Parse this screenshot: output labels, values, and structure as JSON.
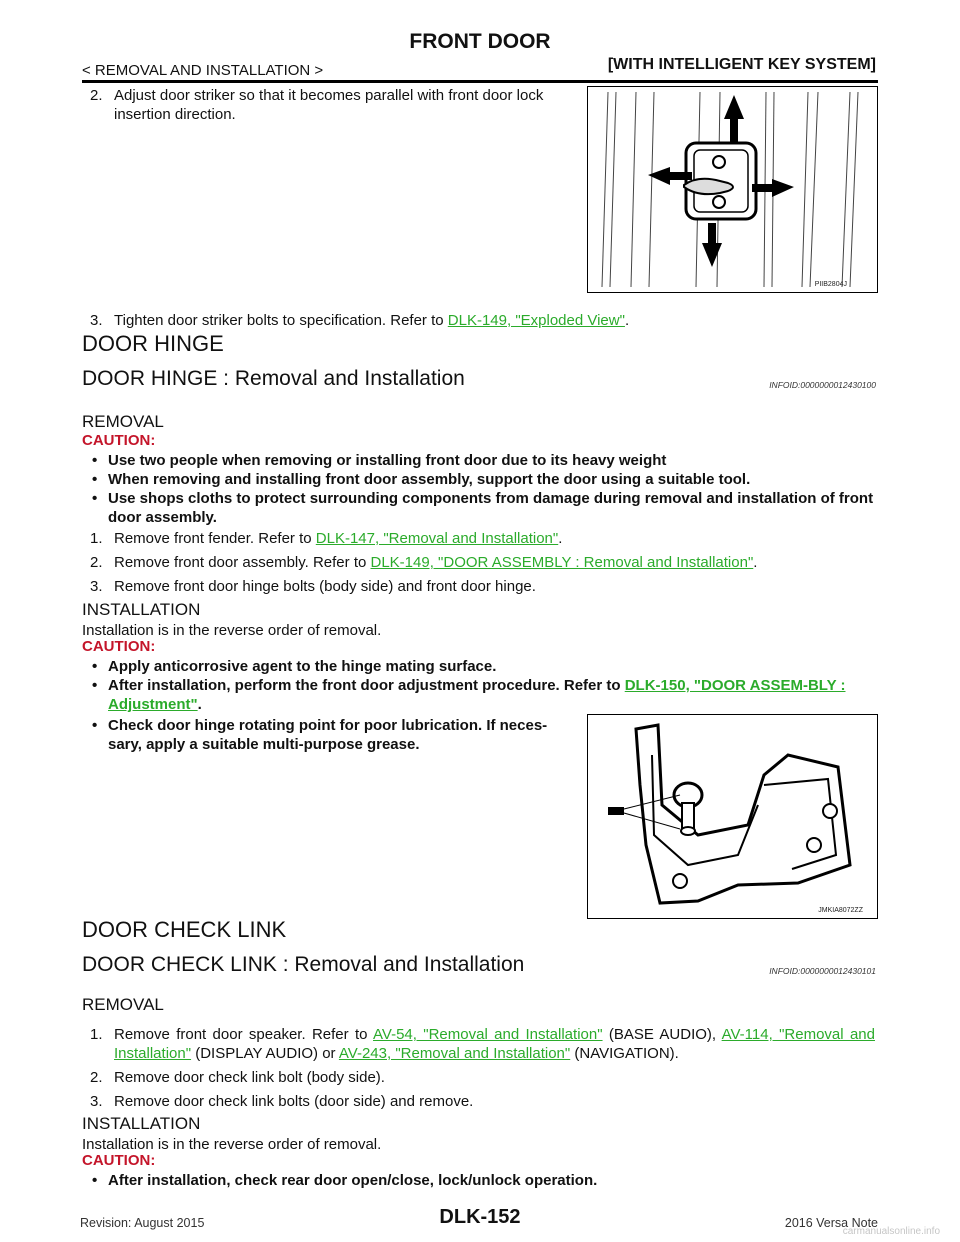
{
  "header": {
    "title": "FRONT DOOR",
    "section": "< REMOVAL AND INSTALLATION >",
    "variant": "[WITH INTELLIGENT KEY SYSTEM]"
  },
  "striker": {
    "step2_num": "2.",
    "step2_text": "Adjust door striker so that it becomes parallel with front door lock insertion direction.",
    "step3_num": "3.",
    "step3_text": "Tighten door striker bolts to specification. Refer to",
    "step3_link": "DLK-149, \"Exploded View\"",
    "step3_end": ".",
    "fig_code": "PIIB2804J"
  },
  "hinge": {
    "heading": "DOOR HINGE",
    "subheading": "DOOR HINGE : Removal and Installation",
    "infoid": "INFOID:0000000012430100",
    "removal_title": "REMOVAL",
    "caution_label": "CAUTION:",
    "cautions": [
      "Use two people when removing or installing front door due to its heavy weight",
      "When removing and installing front door assembly, support the door using a suitable tool.",
      "Use shops cloths to protect surrounding components from damage during removal and installation of front door assembly."
    ],
    "removal_steps": [
      {
        "num": "1.",
        "text": "Remove front fender. Refer to",
        "link": "DLK-147, \"Removal and Installation\"",
        "end": "."
      },
      {
        "num": "2.",
        "text": "Remove front door assembly. Refer to",
        "link": "DLK-149, \"DOOR ASSEMBLY : Removal and Installation\"",
        "end": "."
      },
      {
        "num": "3.",
        "text": "Remove front door hinge bolts (body side) and front door hinge.",
        "link": "",
        "end": ""
      }
    ],
    "installation_title": "INSTALLATION",
    "installation_text": "Installation is in the reverse order of removal.",
    "install_caution_label": "CAUTION:",
    "install_caution_1": "Apply anticorrosive agent to the hinge mating surface.",
    "install_caution_2_text": "After installation, perform the front door adjustment procedure. Refer to",
    "install_caution_2_link": "DLK-150, \"DOOR ASSEM-BLY : Adjustment\"",
    "install_caution_2_end": ".",
    "install_caution_3": "Check door hinge rotating point for poor lubrication. If neces-sary, apply a suitable multi-purpose grease.",
    "fig_code": "JMKIA8072ZZ"
  },
  "checklink": {
    "heading": "DOOR CHECK LINK",
    "subheading": "DOOR CHECK LINK : Removal and Installation",
    "infoid": "INFOID:0000000012430101",
    "removal_title": "REMOVAL",
    "step1_num": "1.",
    "step1_a": "Remove front door speaker. Refer to",
    "step1_link1": "AV-54, \"Removal and Installation\"",
    "step1_b": "(BASE AUDIO),",
    "step1_link2": "AV-114, \"Removal and Installation\"",
    "step1_c": "(DISPLAY AUDIO) or",
    "step1_link3": "AV-243, \"Removal and Installation\"",
    "step1_d": "(NAVIGATION).",
    "step2_num": "2.",
    "step2_text": "Remove door check link bolt (body side).",
    "step3_num": "3.",
    "step3_text": "Remove door check link bolts (door side) and remove.",
    "installation_title": "INSTALLATION",
    "installation_text": "Installation is in the reverse order of removal.",
    "caution_label": "CAUTION:",
    "caution_1": "After installation, check rear door open/close, lock/unlock operation."
  },
  "footer": {
    "revision": "Revision: August 2015",
    "page": "DLK-152",
    "model": "2016 Versa Note",
    "watermark": "carmanualsonline.info"
  }
}
